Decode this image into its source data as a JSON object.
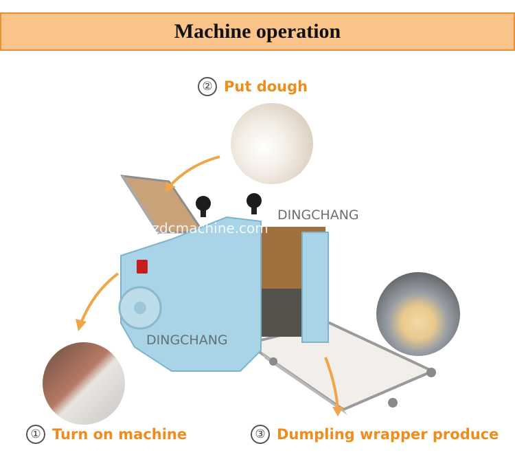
{
  "header": {
    "title": "Machine operation"
  },
  "steps": [
    {
      "number": "①",
      "label": "Turn on machine"
    },
    {
      "number": "②",
      "label": "Put dough"
    },
    {
      "number": "③",
      "label": "Dumpling wrapper produce"
    }
  ],
  "watermarks": {
    "brand_top": "DINGCHANG",
    "website": "jzdcmachine.com",
    "brand_bottom": "DINGCHANG"
  },
  "colors": {
    "banner_fill": "#f9c38a",
    "banner_border": "#e88f3a",
    "step_text": "#ee8d1d",
    "arrow": "#f0a54a",
    "machine_body": "#a9d3e6"
  }
}
